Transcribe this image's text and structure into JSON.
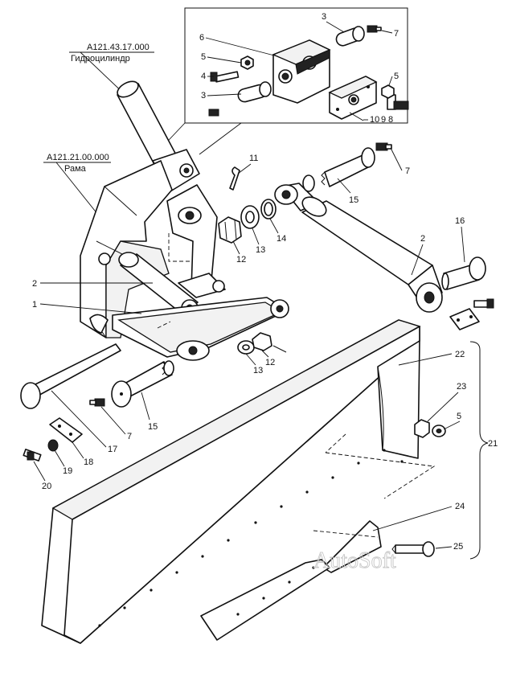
{
  "references": [
    {
      "code": "A121.43.17.000",
      "name": "Гидроцилиндр"
    },
    {
      "code": "A121.21.00.000",
      "name": "Рама"
    }
  ],
  "inset_callouts": [
    "3",
    "7",
    "6",
    "5",
    "4",
    "3",
    "5",
    "10",
    "9",
    "8"
  ],
  "callouts": [
    "11",
    "7",
    "15",
    "16",
    "12",
    "13",
    "14",
    "2",
    "2",
    "1",
    "22",
    "23",
    "5",
    "13",
    "12",
    "21",
    "7",
    "15",
    "17",
    "18",
    "19",
    "20",
    "24",
    "25"
  ],
  "watermark": "AutoSoft"
}
